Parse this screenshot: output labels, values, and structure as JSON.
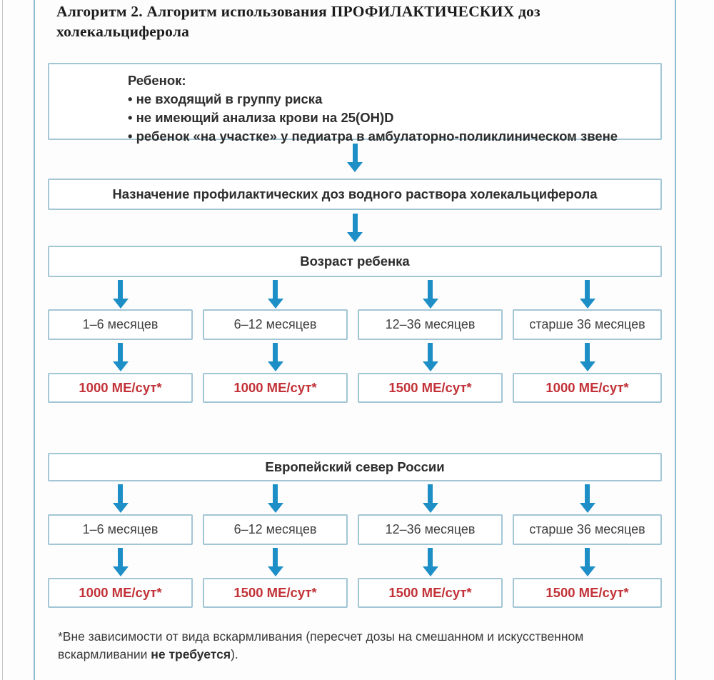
{
  "title": "Алгоритм 2. Алгоритм использования ПРОФИЛАКТИЧЕСКИХ доз холекальциферола",
  "flow": {
    "child_box": {
      "title": "Ребенок:",
      "bullets": [
        "• не входящий в группу риска",
        "• не имеющий анализа крови на 25(OH)D",
        "• ребенок «на участке» у педиатра в амбулаторно-поликлиническом звене"
      ]
    },
    "assignment_box": "Назначение профилактических доз водного раствора холекальциферола",
    "sections": [
      {
        "header": "Возраст ребенка",
        "ages": [
          "1–6 месяцев",
          "6–12 месяцев",
          "12–36 месяцев",
          "старше 36 месяцев"
        ],
        "doses": [
          "1000 МЕ/сут*",
          "1000 МЕ/сут*",
          "1500 МЕ/сут*",
          "1000 МЕ/сут*"
        ]
      },
      {
        "header": "Европейский север России",
        "ages": [
          "1–6 месяцев",
          "6–12 месяцев",
          "12–36 месяцев",
          "старше 36 месяцев"
        ],
        "doses": [
          "1000 МЕ/сут*",
          "1500 МЕ/сут*",
          "1500 МЕ/сут*",
          "1500 МЕ/сут*"
        ]
      }
    ],
    "footnote": {
      "prefix": "*Вне зависимости от вида вскармливания (пересчет дозы на смешанном и искусственном вскармливании ",
      "bold": "не требуется",
      "suffix": ")."
    }
  },
  "colors": {
    "arrow": "#1d8fc6",
    "box_border": "#a2c6d5",
    "dose_red": "#c23238"
  }
}
